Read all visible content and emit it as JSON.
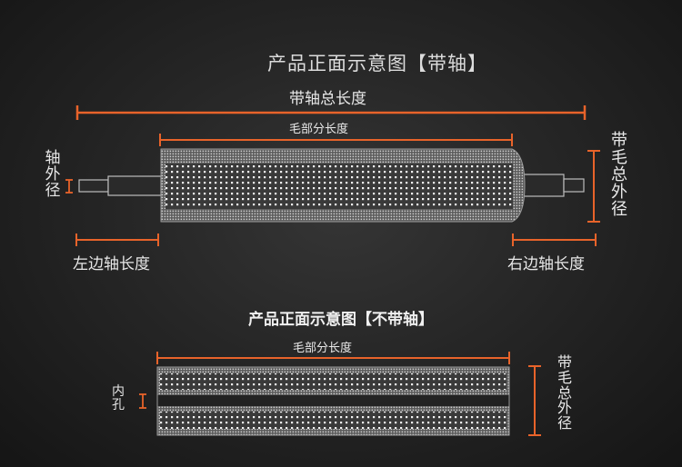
{
  "with_shaft": {
    "title": "产品正面示意图【带轴】",
    "total_shaft_length": "带轴总长度",
    "bristle_length": "毛部分长度",
    "shaft_outer_diameter": "轴外径",
    "bristle_outer_diameter": "带毛总外径",
    "left_shaft_length": "左边轴长度",
    "right_shaft_length": "右边轴长度"
  },
  "without_shaft": {
    "title": "产品正面示意图【不带轴】",
    "bristle_length": "毛部分长度",
    "inner_hole": "内孔",
    "bristle_outer_diameter": "带毛总外径"
  },
  "colors": {
    "accent_orange": "#e8632a",
    "background": "#262626"
  }
}
